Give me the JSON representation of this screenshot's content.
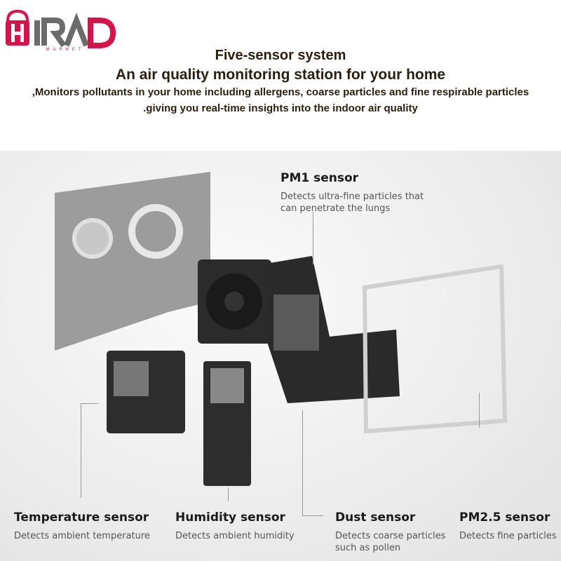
{
  "logo": {
    "brand": "HIRAD",
    "sub": "MARKET",
    "colors": {
      "red": "#d6144a",
      "gray": "#6b6b6b"
    }
  },
  "header": {
    "title": "Five-sensor system",
    "subtitle": "An air quality monitoring station for your home",
    "line1": ",Monitors pollutants in your home including allergens, coarse particles and fine respirable particles",
    "line2": ".giving you real-time insights into the indoor air quality"
  },
  "sensors": [
    {
      "name": "PM1 sensor",
      "desc": "Detects ultra-fine particles that can penetrate the lungs"
    },
    {
      "name": "Temperature sensor",
      "desc": "Detects ambient temperature"
    },
    {
      "name": "Humidity sensor",
      "desc": "Detects ambient humidity"
    },
    {
      "name": "Dust sensor",
      "desc": "Detects coarse particles such as pollen"
    },
    {
      "name": "PM2.5 sensor",
      "desc": "Detects fine particles"
    }
  ]
}
